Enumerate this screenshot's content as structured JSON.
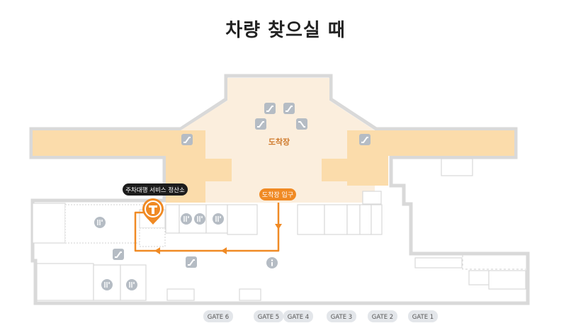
{
  "title": "차량 찾으실 때",
  "arrival_hall_label": "도착장",
  "arrival_entrance_label": "도착장 입구",
  "valet_service_label": "주차대행 서비스 정산소",
  "gates": [
    "GATE 6",
    "GATE 5",
    "GATE 4",
    "GATE 3",
    "GATE 2",
    "GATE 1"
  ],
  "icons": {
    "escalator": "escalator-icon",
    "restaurant": "restaurant-icon",
    "information": "information-icon",
    "valet_marker": "valet-marker-icon"
  },
  "colors": {
    "hall_fill": "#fbeedd",
    "wing_fill": "#fbdcab",
    "route": "#f08a24",
    "building_outline": "#d9d9d9",
    "gate_badge": "#e3e6ea",
    "icon_badge": "#b5bcc4"
  }
}
